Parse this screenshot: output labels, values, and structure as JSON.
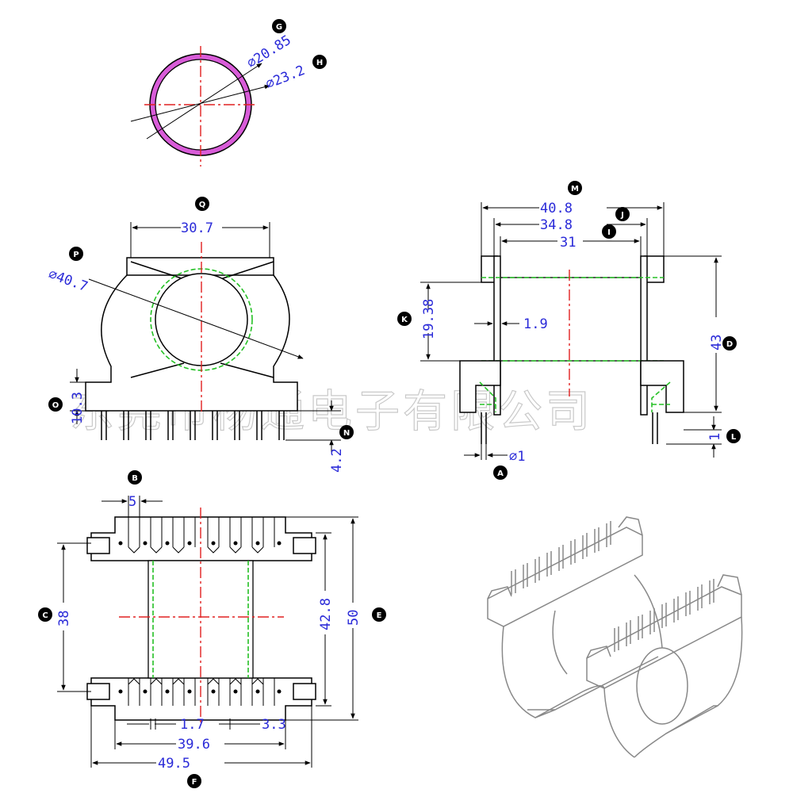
{
  "watermark": "东莞市杨通电子有限公司",
  "labels": {
    "G": "G",
    "H_top": "H",
    "Q": "Q",
    "P": "P",
    "O": "O",
    "N": "N",
    "M": "M",
    "J": "J",
    "I": "I",
    "K": "K",
    "D": "D",
    "L": "L",
    "A": "A",
    "B": "B",
    "C": "C",
    "E": "E",
    "F": "F"
  },
  "dims": {
    "g": "⌀20.85",
    "h": "⌀23.2",
    "q": "30.7",
    "p": "⌀40.7",
    "o": "10.3",
    "n": "4.2",
    "m": "40.8",
    "j": "34.8",
    "i": "31",
    "k": "19.38",
    "k2": "1.9",
    "d": "43",
    "l": "1",
    "a": "⌀1",
    "b": "5",
    "c": "38",
    "inner": "42.8",
    "e": "50",
    "w1": "1.7",
    "w2": "3.3",
    "w3": "39.6",
    "f": "49.5"
  }
}
